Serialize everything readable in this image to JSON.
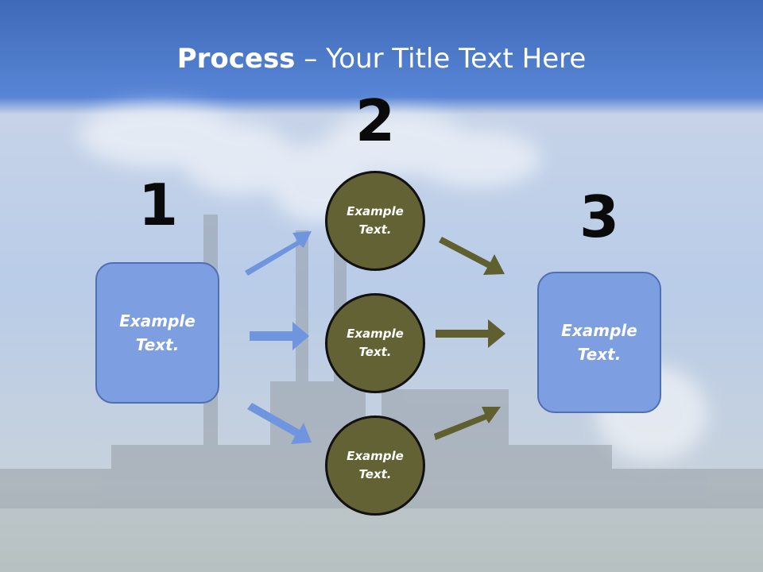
{
  "slide": {
    "title_bold": "Process",
    "title_rest": " – Your Title Text Here",
    "step_numbers": [
      "1",
      "2",
      "3"
    ],
    "left_box_text": "Example Text.",
    "right_box_text": "Example Text.",
    "circles": [
      {
        "text": "Example Text."
      },
      {
        "text": "Example Text."
      },
      {
        "text": "Example Text."
      }
    ]
  },
  "colors": {
    "header_blue": "#4a78c8",
    "box_fill": "#7d9ee0",
    "circle_fill": "#636234",
    "blue_arrow": "#6f95de",
    "olive_arrow": "#5f5f30"
  }
}
